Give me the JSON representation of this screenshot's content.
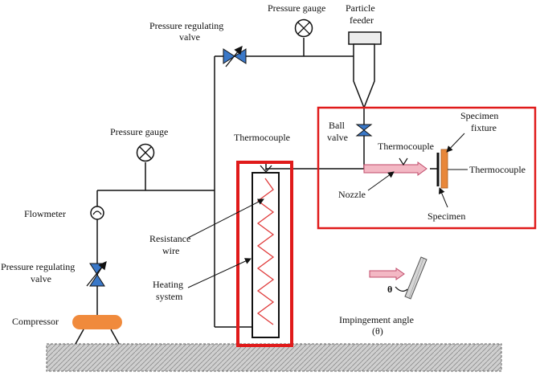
{
  "labels": {
    "pressure_gauge_top": "Pressure gauge",
    "particle_feeder_1": "Particle",
    "particle_feeder_2": "feeder",
    "pressure_regulating_valve_top_1": "Pressure regulating",
    "pressure_regulating_valve_top_2": "valve",
    "pressure_gauge_left": "Pressure gauge",
    "thermocouple_heater": "Thermocouple",
    "ball_valve_1": "Ball",
    "ball_valve_2": "valve",
    "thermocouple_nozzle": "Thermocouple",
    "specimen_fixture_1": "Specimen",
    "specimen_fixture_2": "fixture",
    "thermocouple_specimen": "Thermocouple",
    "nozzle": "Nozzle",
    "specimen": "Specimen",
    "flowmeter": "Flowmeter",
    "resistance_wire_1": "Resistance",
    "resistance_wire_2": "wire",
    "pressure_regulating_valve_left_1": "Pressure regulating",
    "pressure_regulating_valve_left_2": "valve",
    "heating_system_1": "Heating",
    "heating_system_2": "system",
    "theta_symbol": "θ",
    "impingement_angle_1": "Impingement angle",
    "impingement_angle_2": "(θ)",
    "compressor": "Compressor"
  },
  "colors": {
    "highlight_box": "#e01a1a",
    "resistance_wire": "#e03a3a",
    "specimen_fixture": "#e8873a",
    "compressor": "#f08a3c",
    "valve_fill": "#3a78c8",
    "nozzle_fill": "#f3b8c4",
    "line": "#111111"
  }
}
